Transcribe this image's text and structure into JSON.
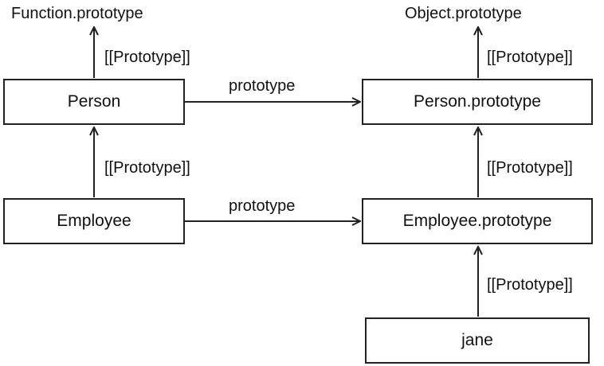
{
  "top_labels": {
    "function_prototype": "Function.prototype",
    "object_prototype": "Object.prototype"
  },
  "boxes": {
    "person": "Person",
    "employee": "Employee",
    "person_prototype": "Person.prototype",
    "employee_prototype": "Employee.prototype",
    "jane": "jane"
  },
  "edge_labels": {
    "prototype_link": "[[Prototype]]",
    "prototype_property": "prototype"
  }
}
